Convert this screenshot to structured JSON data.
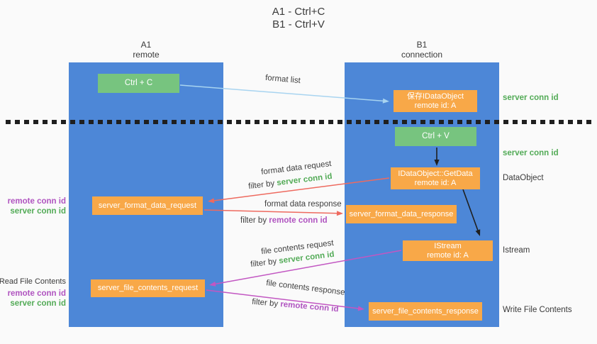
{
  "title": {
    "line1": "A1 - Ctrl+C",
    "line2": "B1 - Ctrl+V"
  },
  "lanes": {
    "left": {
      "name": "A1",
      "subtitle": "remote"
    },
    "right": {
      "name": "B1",
      "subtitle": "connection"
    }
  },
  "boxes": {
    "ctrl_c": "Ctrl + C",
    "ctrl_v": "Ctrl + V",
    "save_idataobject": {
      "line1": "保存IDataObject",
      "line2": "remote id: A"
    },
    "getdata": {
      "line1": "IDataObject::GetData",
      "line2": "remote id: A"
    },
    "istream": {
      "line1": "IStream",
      "line2": "remote id: A"
    },
    "format_request": "server_format_data_request",
    "format_response": "server_format_data_response",
    "file_request": "server_file_contents_request",
    "file_response": "server_file_contents_response"
  },
  "flow_labels": {
    "format_list": "format list",
    "format_data_request": "format data request",
    "format_data_response": "format data response",
    "file_contents_request": "file contents request",
    "file_contents_response": "file contents response",
    "filter_by": "filter by",
    "server_conn_id": "server conn id",
    "remote_conn_id": "remote conn id"
  },
  "side_labels": {
    "server_conn_id": "server conn id",
    "remote_conn_id": "remote conn id",
    "dataobject": "DataObject",
    "istream": "Istream",
    "read_file_contents": "Read File Contents",
    "write_file_contents": "Write File Contents"
  },
  "colors": {
    "lane_blue": "#4d87d7",
    "box_orange": "#f8a848",
    "box_green": "#77c47f",
    "label_green": "#53ab57",
    "label_purple": "#b054c0",
    "arrow_red": "#ee6a5f",
    "arrow_magenta": "#c257c2",
    "arrow_blue": "#a8d4f0",
    "arrow_black": "#1f1f1f"
  }
}
